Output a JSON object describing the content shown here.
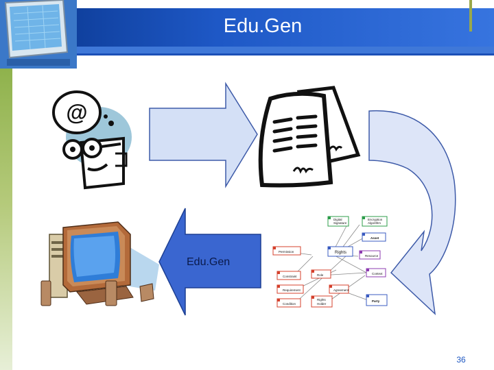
{
  "header": {
    "title": "Edu.Gen"
  },
  "diagram": {
    "arrow_label": "Edu.Gen",
    "model_boxes": [
      "Digital Signature",
      "Encryption Algorithm",
      "Asset",
      "Rights",
      "Permission",
      "Resource",
      "Constraint",
      "Requirement",
      "Rights Holder",
      "Condition",
      "Agreement",
      "Party",
      "Context"
    ]
  },
  "footer": {
    "slide_number": "36"
  }
}
